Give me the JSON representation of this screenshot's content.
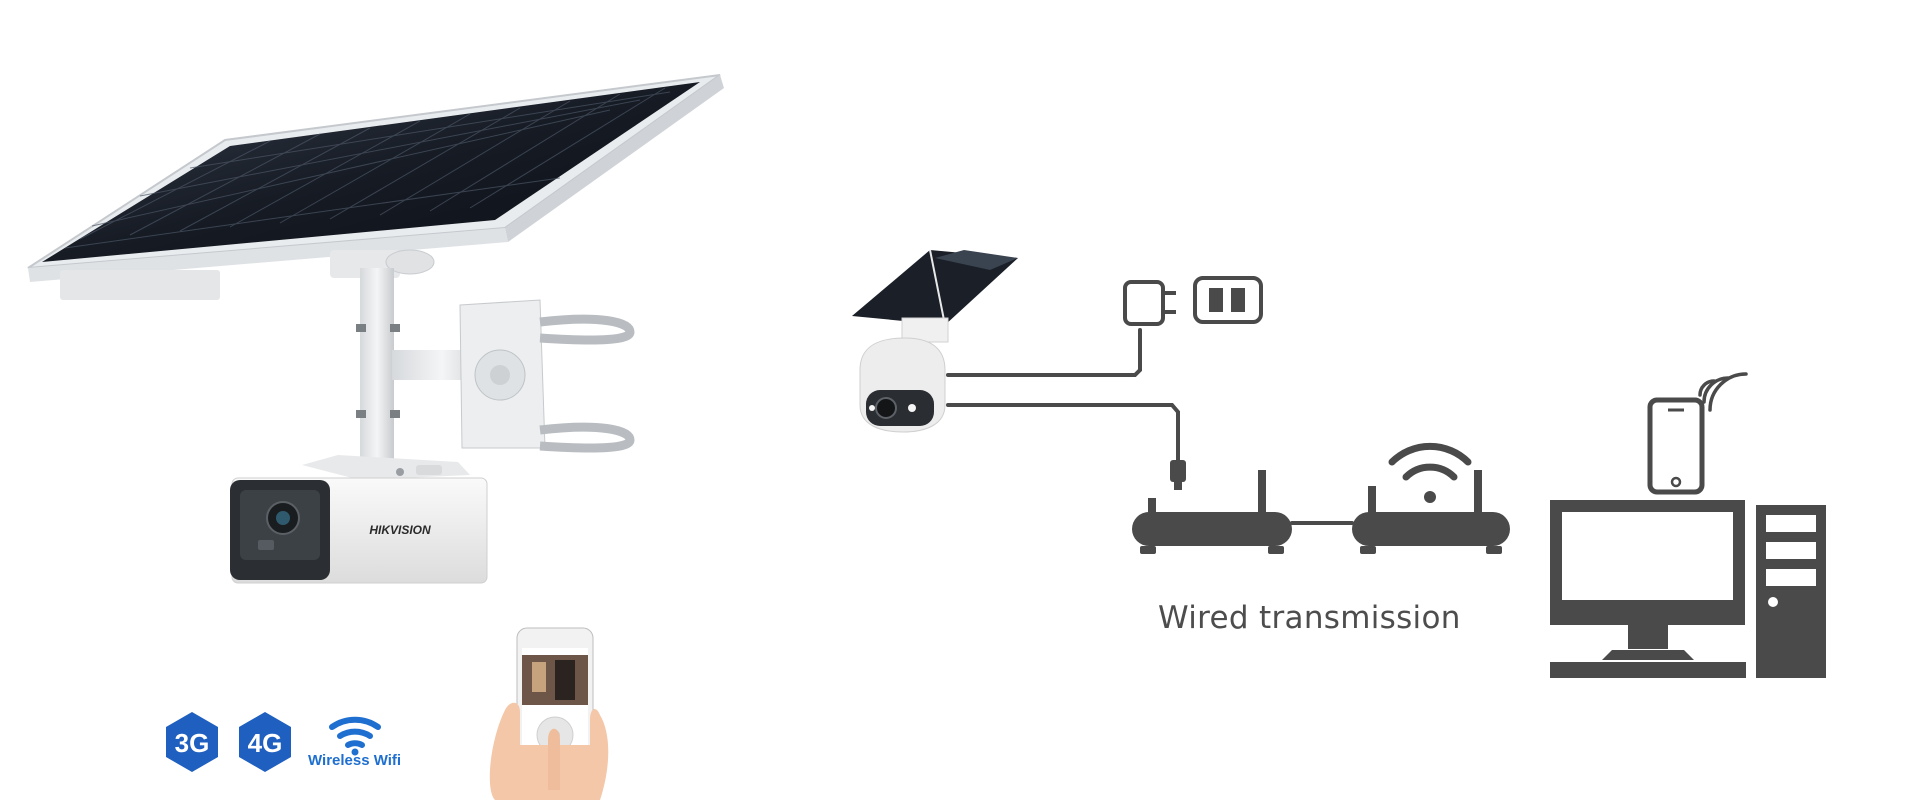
{
  "product": {
    "brand": "HIKVISION"
  },
  "connectivity": {
    "badge_3g": "3G",
    "badge_4g": "4G",
    "wifi_label": "Wireless Wifi"
  },
  "diagram": {
    "caption": "Wired transmission"
  },
  "icons": [
    "solar-panel-icon",
    "bullet-camera-icon",
    "pole-mount-icon",
    "ptz-camera-icon",
    "power-adapter-icon",
    "battery-icon",
    "router-icon",
    "wifi-router-icon",
    "smartphone-icon",
    "signal-waves-icon",
    "desktop-computer-icon",
    "hand-phone-icon"
  ],
  "colors": {
    "badge_blue": "#1f5fbf",
    "wifi_blue": "#1f6fd1",
    "icon_gray": "#4a4a4a",
    "panel_dark": "#1d2430"
  }
}
